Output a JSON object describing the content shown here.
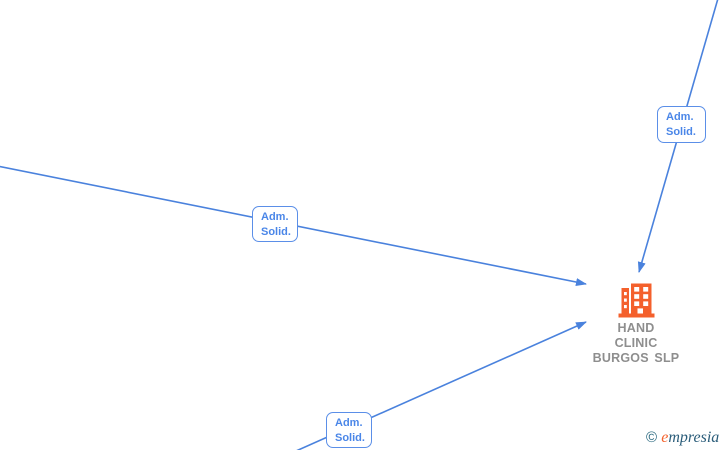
{
  "diagram": {
    "node": {
      "name": "HAND CLINIC BURGOS SLP",
      "display_name": "HAND\nCLINIC\nBURGOS SLP",
      "icon": "building-icon"
    },
    "edges": [
      {
        "id": "edge-top-right",
        "label": "Adm.\nSolid.",
        "label_text": "Adm. Solid."
      },
      {
        "id": "edge-middle-left",
        "label": "Adm.\nSolid.",
        "label_text": "Adm. Solid."
      },
      {
        "id": "edge-bottom",
        "label": "Adm.\nSolid.",
        "label_text": "Adm. Solid."
      }
    ]
  },
  "watermark": {
    "symbol": "©",
    "brand_initial": "e",
    "brand_rest": "mpresia"
  },
  "colors": {
    "edge_blue": "#4a82dd",
    "label_blue": "#4a86e8",
    "node_orange": "#f4602c",
    "name_gray": "#8e8e8e",
    "logo_teal": "#2b6a80",
    "logo_orange": "#f4632e"
  }
}
